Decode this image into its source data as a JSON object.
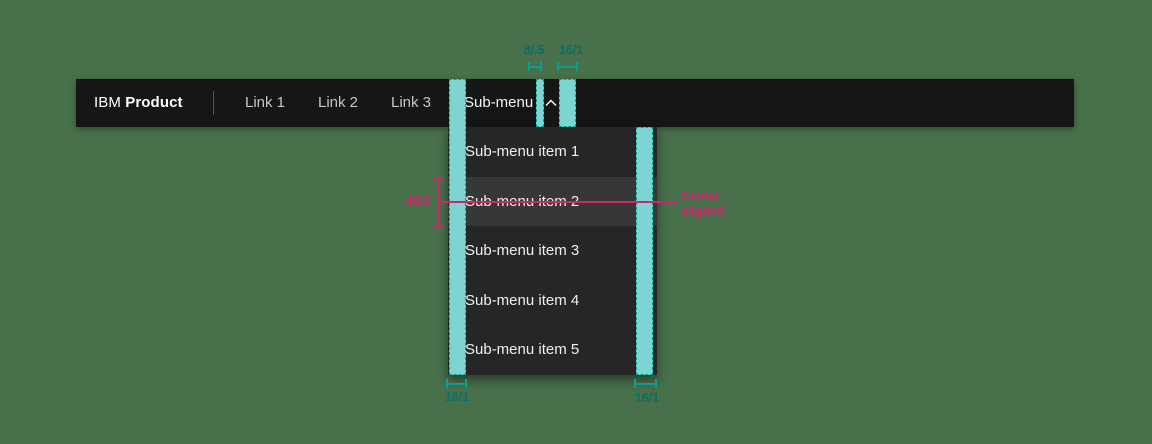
{
  "canvas": {
    "background": "#48704b"
  },
  "header": {
    "brand": {
      "prefix": "IBM",
      "name": "Product"
    },
    "links": [
      {
        "label": "Link 1"
      },
      {
        "label": "Link 2"
      },
      {
        "label": "Link 3"
      }
    ],
    "submenu_trigger": {
      "label": "Sub-menu"
    }
  },
  "dropdown": {
    "items": [
      {
        "label": "Sub-menu item 1"
      },
      {
        "label": "Sub-menu item 2"
      },
      {
        "label": "Sub-menu item 3"
      },
      {
        "label": "Sub-menu item 4"
      },
      {
        "label": "Sub-menu item 5"
      }
    ]
  },
  "annotations": {
    "colors": {
      "teal_stroke": "#0a9e99",
      "teal_fill": "#7cd5d1",
      "teal_label": "#0a6f6c",
      "magenta": "#d02670",
      "header_bg": "#161616",
      "menu_bg": "#262626",
      "menu_highlight_bg": "#373737"
    },
    "spacing_top_small": "8/.5",
    "spacing_top_large": "16/1",
    "spacing_bottom_left": "16/1",
    "spacing_bottom_right": "16/1",
    "item_height": "48/3",
    "alignment_note": "Center\naligned"
  }
}
